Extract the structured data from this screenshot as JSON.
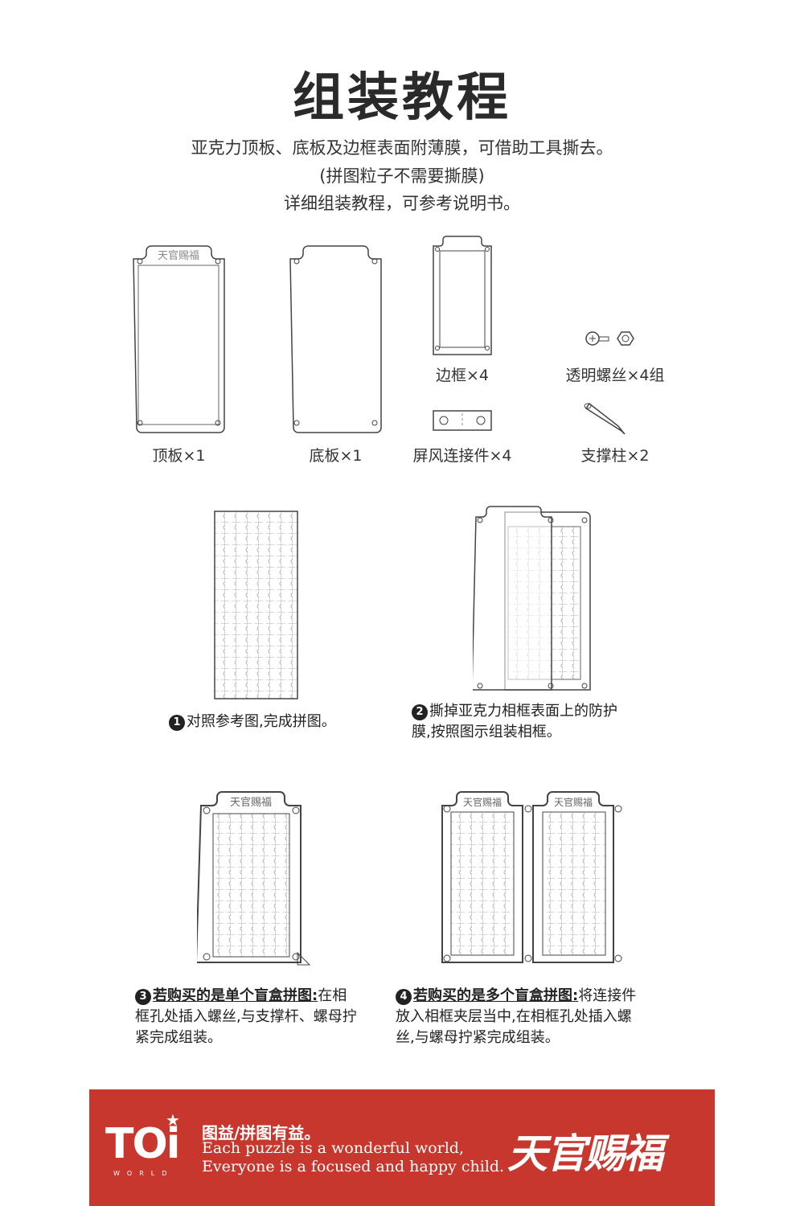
{
  "title": "组装教程",
  "intro": {
    "line1": "亚克力顶板、底板及边框表面附薄膜，可借助工具撕去。",
    "line2": "(拼图粒子不需要撕膜)",
    "line3": "详细组装教程，可参考说明书。"
  },
  "parts": {
    "top_plate": "顶板×1",
    "bottom_plate": "底板×1",
    "frame": "边框×4",
    "screws": "透明螺丝×4组",
    "connector": "屏风连接件×4",
    "stand": "支撑柱×2"
  },
  "plate_logo": "天官赐福",
  "steps": {
    "s1": {
      "num": "1",
      "text": "对照参考图,完成拼图。"
    },
    "s2": {
      "num": "2",
      "text1": "撕掉亚克力相框表面上的防护",
      "text2": "膜,按照图示组装相框。"
    },
    "s3": {
      "num": "3",
      "bold": "若购买的是单个盲盒拼图:",
      "text1": "在相",
      "text2": "框孔处插入螺丝,与支撑杆、螺母拧",
      "text3": "紧完成组装。"
    },
    "s4": {
      "num": "4",
      "bold": "若购买的是多个盲盒拼图:",
      "text1": "将连接件",
      "text2": "放入相框夹层当中,在相框孔处插入螺",
      "text3": "丝,与螺母拧紧完成组装。"
    }
  },
  "banner": {
    "logo": "TOi",
    "world": "WORLD",
    "cn": "图益/拼图有益。",
    "en1": "Each puzzle is a wonderful world,",
    "en2": "Everyone is a focused and happy child.",
    "brand": "天官赐福",
    "color": "#c8372d"
  }
}
